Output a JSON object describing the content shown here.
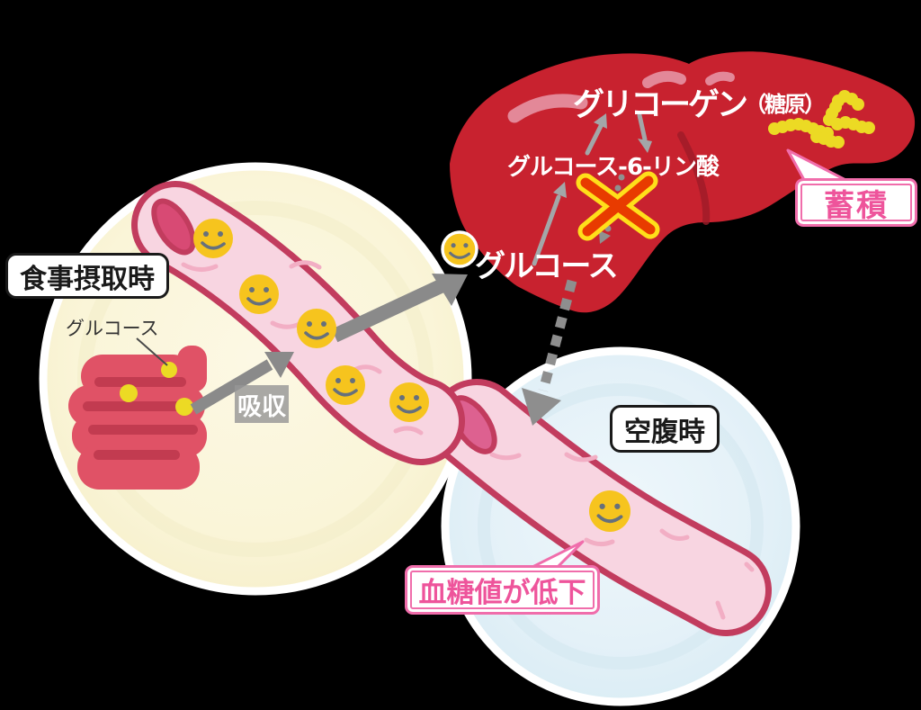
{
  "colors": {
    "background": "#000000",
    "liver_red": "#c8222f",
    "liver_highlight": "#e79aaa",
    "liver_vein": "#9e1b28",
    "vessel_fill": "#f8d5e1",
    "vessel_border": "#c23c5e",
    "vessel_opening": "#d84a74",
    "fasting_vessel_opening": "#dd6190",
    "vessel_squiggle": "#f2aec4",
    "glucose_yellow": "#f6c41e",
    "glucose_face": "#66707c",
    "dot_yellow": "#ecda24",
    "intestine_red": "#e05266",
    "intestine_stripe": "#c23b50",
    "arrow_gray": "#8a8a8a",
    "light_arrow_gray": "#a3a6a8",
    "pink_accent": "#ee549b",
    "pink_border": "#f06dab",
    "cross_yellow": "#ffdf1a",
    "cross_red": "#e83b00",
    "label_black": "#1a1a1a"
  },
  "fed_state": {
    "title": "食事摂取時",
    "glucose_label": "グルコース",
    "absorption_label": "吸収"
  },
  "liver": {
    "glycogen_label": "グリコーゲン",
    "glycogen_annotation": "（糖原）",
    "g6p_label": "グルコース-6-リン酸",
    "glucose_label": "グルコース",
    "storage_label": "蓄積"
  },
  "fasting_state": {
    "title": "空腹時",
    "hypoglycemia_label": "血糖値が低下"
  },
  "icons": {
    "glucose_smiley": "smiley-face",
    "glycogen_chain": "yellow-dot-chain",
    "blocked_path": "cross-mark"
  }
}
